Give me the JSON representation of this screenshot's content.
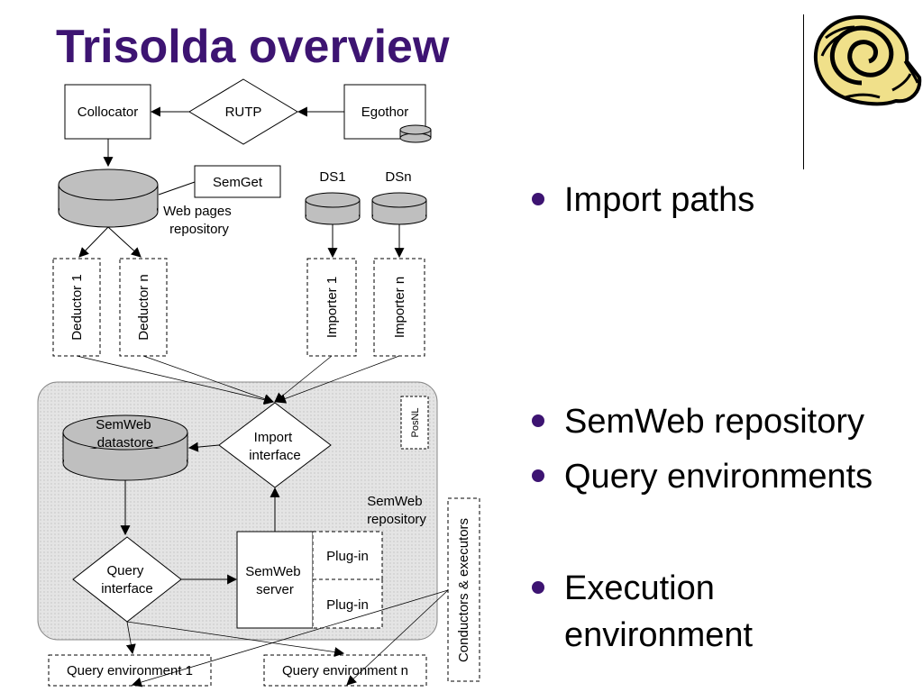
{
  "slide": {
    "title": "Trisolda overview"
  },
  "diagram": {
    "collocator": "Collocator",
    "rutp": "RUTP",
    "egothor": "Egothor",
    "semget": "SemGet",
    "web_pages_repository": [
      "Web pages",
      "repository"
    ],
    "ds1": "DS1",
    "dsn": "DSn",
    "deductor_1": "Deductor 1",
    "deductor_n": "Deductor n",
    "importer_1": "Importer 1",
    "importer_n": "Importer n",
    "semweb_datastore": [
      "SemWeb",
      "datastore"
    ],
    "import_interface": [
      "Import",
      "interface"
    ],
    "posnl": "PosNL",
    "semweb_repository": [
      "SemWeb",
      "repository"
    ],
    "query_interface": [
      "Query",
      "interface"
    ],
    "semweb_server": [
      "SemWeb",
      "server"
    ],
    "plugin_1": "Plug-in",
    "plugin_2": "Plug-in",
    "conductors_executors": "Conductors & executors",
    "query_environment_1": "Query environment 1",
    "query_environment_n": "Query environment n"
  },
  "bullets": [
    {
      "lines": [
        "Import paths"
      ]
    },
    {
      "lines": [
        "SemWeb repository"
      ]
    },
    {
      "lines": [
        "Query environments"
      ]
    },
    {
      "lines": [
        "Execution",
        "environment"
      ]
    }
  ],
  "colors": {
    "title": "#3d1472",
    "bullet": "#3d1472",
    "cylinder": "#bfbfbf",
    "repository_fill": "#e6e6e6"
  },
  "icons": {
    "logo": "scroll-icon"
  }
}
